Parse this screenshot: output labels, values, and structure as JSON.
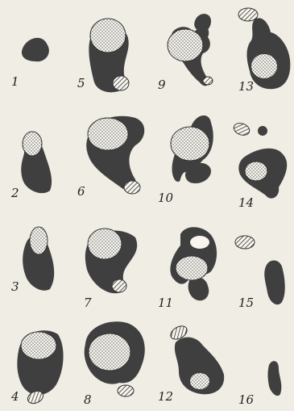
{
  "figure": {
    "labels": [
      "1",
      "2",
      "3",
      "4",
      "5",
      "6",
      "7",
      "8",
      "9",
      "10",
      "11",
      "12",
      "13",
      "14",
      "15",
      "16"
    ]
  },
  "colors": {
    "background": "#f0ede4",
    "dark_mass": "#3f3f3f",
    "stipple": "#555555",
    "hatch": "#333333",
    "ink": "#222222"
  }
}
